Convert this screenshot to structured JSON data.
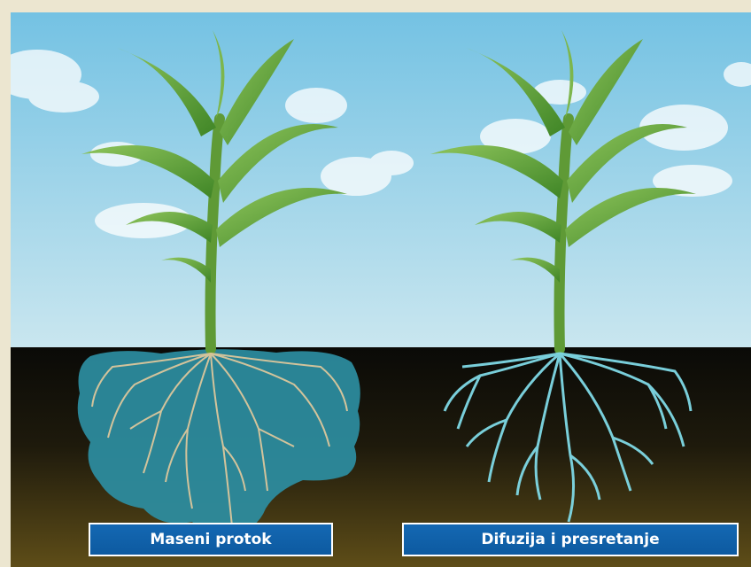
{
  "labels": {
    "left": "Maseni protok",
    "right": "Difuzija i presretanje"
  },
  "colors": {
    "sky_top": "#7ec6e4",
    "sky_bottom": "#c5e4ef",
    "soil_top": "#0c0c08",
    "soil_bottom": "#5a4a16",
    "water_zone": "#2e8fa3",
    "root_tan": "#d9c49a",
    "root_cyan": "#7fdbe8",
    "leaf": "#4f9a2c",
    "leaf_light": "#8cc25a",
    "label_blue": "#1468b3"
  },
  "icons": [
    "corn-plant-left",
    "corn-plant-right",
    "root-system-left",
    "root-system-right",
    "cloud"
  ]
}
